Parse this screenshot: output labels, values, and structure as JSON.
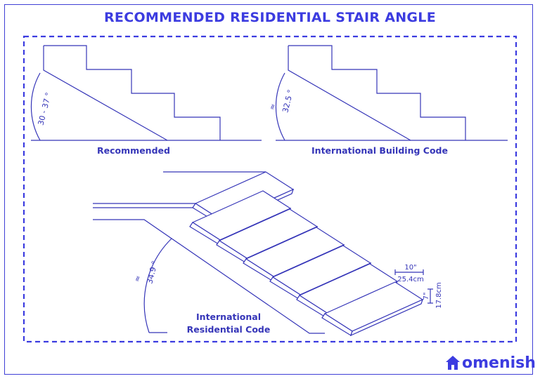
{
  "title": "RECOMMENDED RESIDENTIAL STAIR ANGLE",
  "colors": {
    "accent": "#3c3ce0",
    "line": "#3535b8",
    "background": "#ffffff"
  },
  "diagrams": {
    "recommended": {
      "caption": "Recommended",
      "angle_label": "30 - 37 °"
    },
    "ibc": {
      "caption": "International Building Code",
      "angle_label": "32.5 °",
      "approx_symbol": "≈"
    },
    "irc": {
      "caption_line1": "International",
      "caption_line2": "Residential Code",
      "angle_label": "34.9 °",
      "approx_symbol": "≈",
      "tread_in": "10\"",
      "tread_cm": "25.4cm",
      "riser_in": "7\"",
      "riser_cm": "17.8cm"
    }
  },
  "logo": {
    "text": "omenish",
    "icon": "house-icon"
  }
}
